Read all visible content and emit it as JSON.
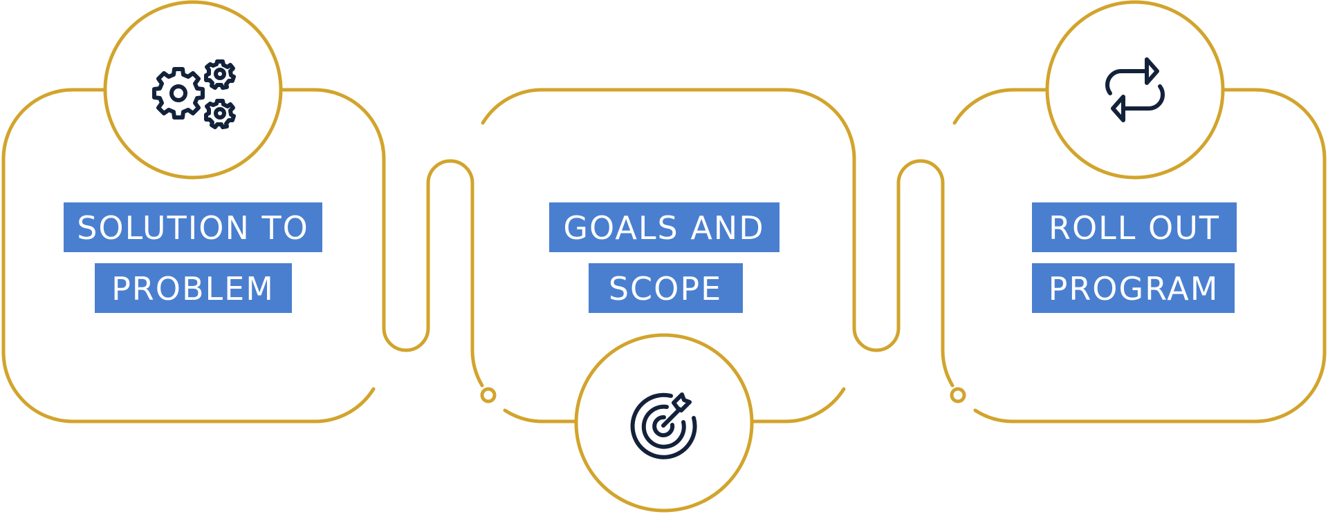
{
  "colors": {
    "line": "#D2A42C",
    "label_bg": "#4A7FD0",
    "label_text": "#FFFFFF",
    "icon": "#13223A"
  },
  "steps": [
    {
      "icon": "gears-icon",
      "label_line1": "SOLUTION TO",
      "label_line2": "PROBLEM"
    },
    {
      "icon": "target-arrow-icon",
      "label_line1": "GOALS AND",
      "label_line2": "SCOPE"
    },
    {
      "icon": "repeat-arrows-icon",
      "label_line1": "ROLL OUT",
      "label_line2": "PROGRAM"
    }
  ]
}
